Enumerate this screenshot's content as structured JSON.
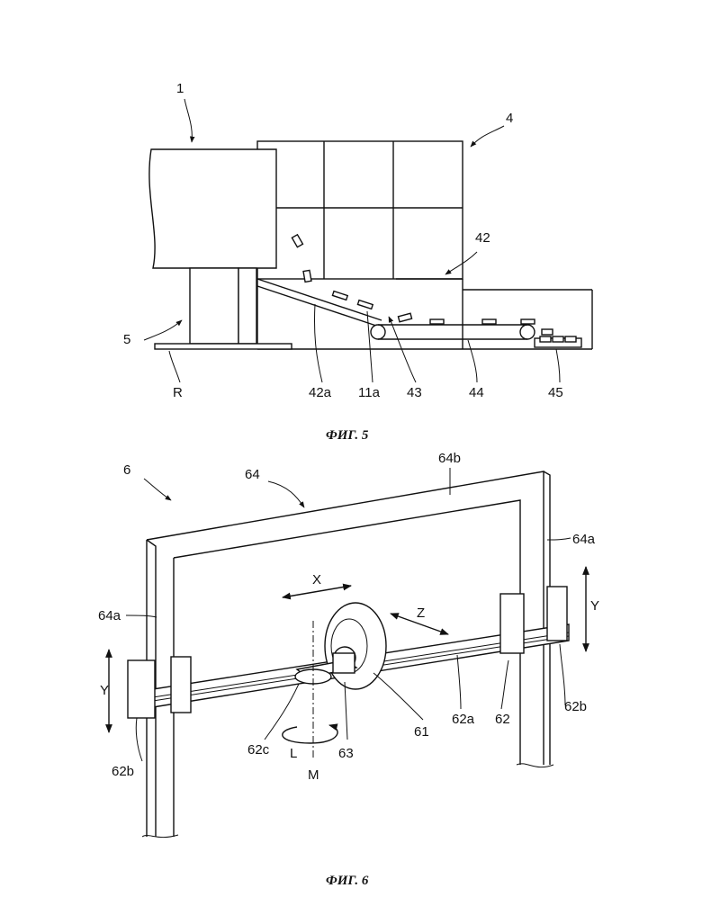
{
  "figure5": {
    "caption": "ФИГ. 5",
    "labels": {
      "ref_1": "1",
      "ref_4": "4",
      "ref_42": "42",
      "ref_5": "5",
      "ref_R": "R",
      "ref_42a": "42a",
      "ref_11a": "11a",
      "ref_43": "43",
      "ref_44": "44",
      "ref_45": "45"
    }
  },
  "figure6": {
    "caption": "ФИГ. 6",
    "labels": {
      "ref_6": "6",
      "ref_64": "64",
      "ref_64b": "64b",
      "ref_64a_right": "64a",
      "ref_64a_left": "64a",
      "ref_X": "X",
      "ref_Z": "Z",
      "ref_Y_right": "Y",
      "ref_Y_left": "Y",
      "ref_62b_right": "62b",
      "ref_62b_left": "62b",
      "ref_62c": "62c",
      "ref_L": "L",
      "ref_M": "M",
      "ref_63": "63",
      "ref_61": "61",
      "ref_62a": "62a",
      "ref_62": "62"
    }
  }
}
